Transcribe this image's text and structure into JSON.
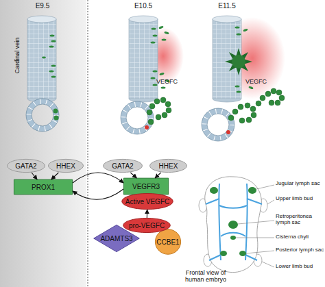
{
  "diagram": {
    "nodes": [
      {
        "text": [
          "GATA2"
        ]
      },
      {
        "text": [
          "HHEX"
        ]
      },
      {
        "text": [
          "PROX1"
        ]
      },
      {
        "text": [
          "GATA2"
        ]
      },
      {
        "text": [
          "HHEX"
        ]
      },
      {
        "text": [
          "VEGFR3"
        ]
      },
      {
        "text": [
          "Active VEGFC"
        ]
      },
      {
        "text": [
          "pro-VEGFC"
        ]
      },
      {
        "text": [
          "ADAMTS3"
        ]
      },
      {
        "text": [
          "CCBE1"
        ]
      }
    ],
    "edges": [
      {
        "from": 0,
        "to": 2,
        "arrow": "to"
      },
      {
        "from": 1,
        "to": 2,
        "arrow": "to"
      },
      {
        "from": 3,
        "to": 5,
        "arrow": "to"
      },
      {
        "from": 4,
        "to": 5,
        "arrow": "to"
      },
      {
        "from": 2,
        "to": 5,
        "arrow": "to"
      },
      {
        "from": 5,
        "to": 2,
        "arrow": "to"
      },
      {
        "from": 7,
        "to": 6,
        "arrow": "to"
      }
    ],
    "labels": [
      "E9.5",
      "E10.5",
      "E11.5",
      "Cardinal vein",
      "VEGFC",
      "VEGFC",
      "Jugular lymph sac",
      "Upper limb bud",
      "Retroperitonea lymph sac",
      "Cisterna chyli",
      "Posterior lymph sac",
      "Lower limb bud",
      "Frontal view of human embryo"
    ]
  }
}
